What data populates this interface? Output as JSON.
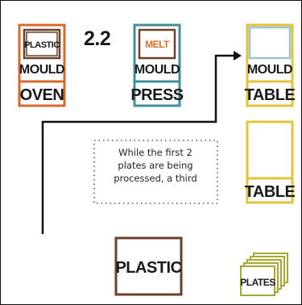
{
  "step_number": "2.2",
  "stations": {
    "oven": {
      "label": "OVEN",
      "item_label": "MOULD",
      "content_label": "PLASTIC",
      "color": "#d9692a"
    },
    "press": {
      "label": "PRESS",
      "item_label": "MOULD",
      "content_label": "MELT",
      "color": "#3f8f9a",
      "content_color": "#e06a2a"
    },
    "table_top": {
      "label": "TABLE",
      "item_label": "MOULD",
      "color": "#e3c33a",
      "inner_color": "#9fc4d4"
    },
    "table_mid": {
      "label": "TABLE",
      "color": "#e3c33a"
    }
  },
  "note": {
    "lines": [
      "While the first 2",
      "plates are being",
      "processed, a third"
    ]
  },
  "plastic_box": {
    "label": "PLASTIC",
    "color": "#6b3f2a"
  },
  "plates_stack": {
    "label": "PLATES",
    "color": "#a6a832"
  },
  "colors": {
    "text": "#1a1a1a",
    "border": "#111111",
    "path": "#111111"
  }
}
